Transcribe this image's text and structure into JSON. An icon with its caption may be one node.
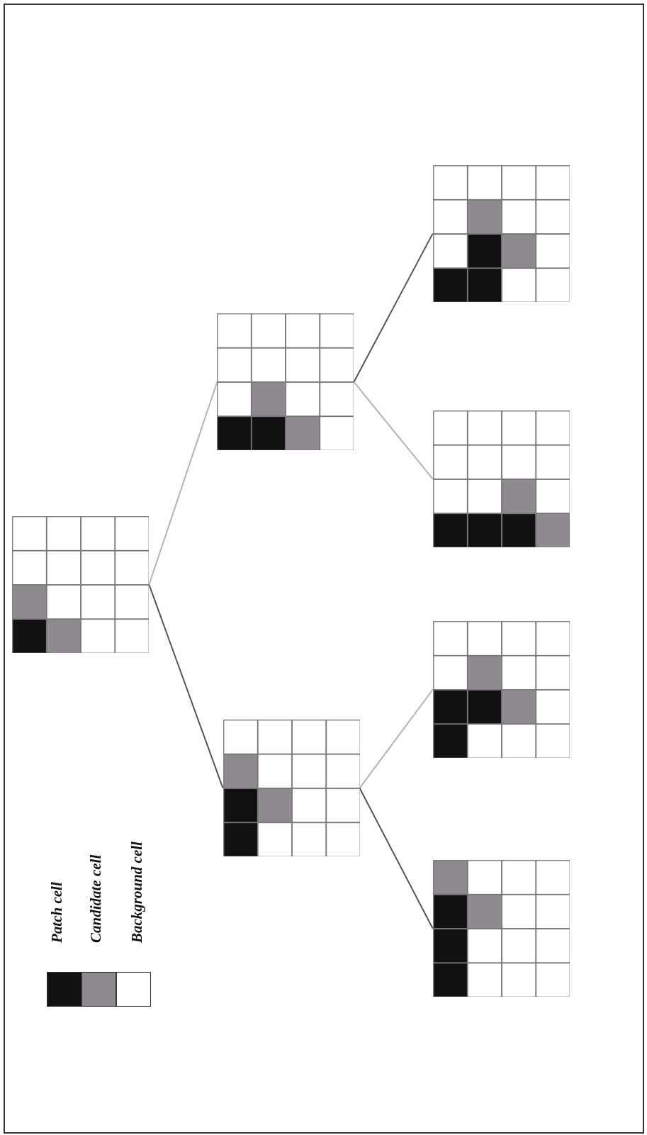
{
  "diagram": {
    "nodes": [
      {
        "text": [],
        "shape": "grid"
      },
      {
        "text": [],
        "shape": "grid"
      },
      {
        "text": [],
        "shape": "grid"
      },
      {
        "text": [],
        "shape": "grid"
      },
      {
        "text": [],
        "shape": "grid"
      },
      {
        "text": [],
        "shape": "grid"
      },
      {
        "text": [],
        "shape": "grid"
      }
    ],
    "edges": [
      {
        "from": 0,
        "to": 1,
        "arrow": "none",
        "color": "#b4b4b4"
      },
      {
        "from": 0,
        "to": 2,
        "arrow": "none",
        "color": "#555555"
      },
      {
        "from": 1,
        "to": 3,
        "arrow": "none",
        "color": "#555555"
      },
      {
        "from": 1,
        "to": 4,
        "arrow": "none",
        "color": "#b4b4b4"
      },
      {
        "from": 2,
        "to": 5,
        "arrow": "none",
        "color": "#b4b4b4"
      },
      {
        "from": 2,
        "to": 6,
        "arrow": "none",
        "color": "#555555"
      }
    ],
    "legend": [
      {
        "text": "Patch cell",
        "color": "#111111"
      },
      {
        "text": "Candidate cell",
        "color": "#8e8a90"
      },
      {
        "text": "Background cell",
        "color": "#ffffff"
      }
    ]
  }
}
